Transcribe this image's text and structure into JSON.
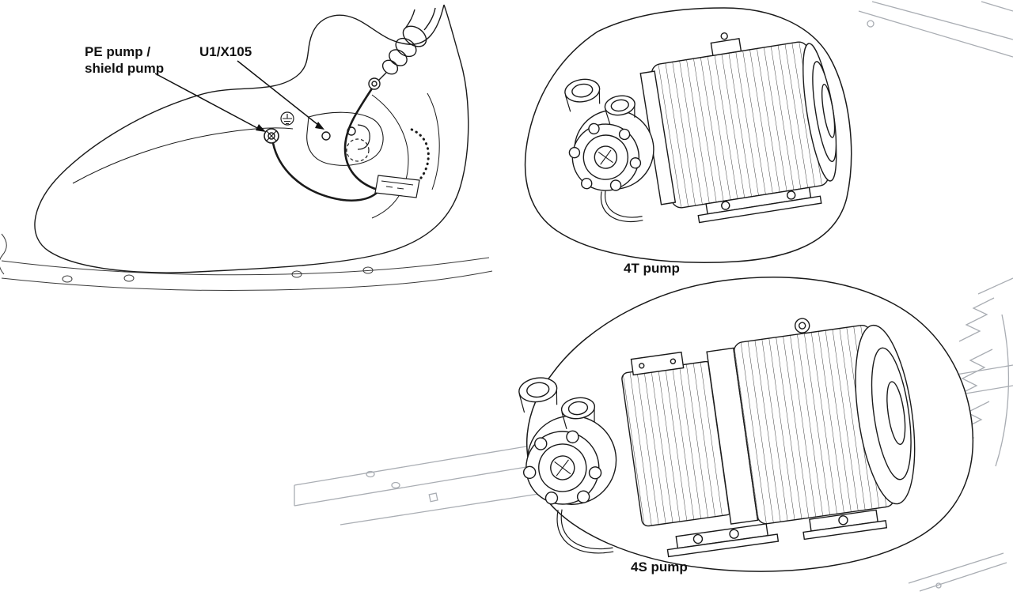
{
  "figure": {
    "callouts": {
      "pe": "PE pump /\nshield pump",
      "u1": "U1/X105"
    },
    "pumps": {
      "t4": "4T pump",
      "s4": "4S pump"
    },
    "colors": {
      "ink": "#1a1a1a",
      "chassis_gray": "#a9adb3",
      "background": "#ffffff"
    }
  }
}
